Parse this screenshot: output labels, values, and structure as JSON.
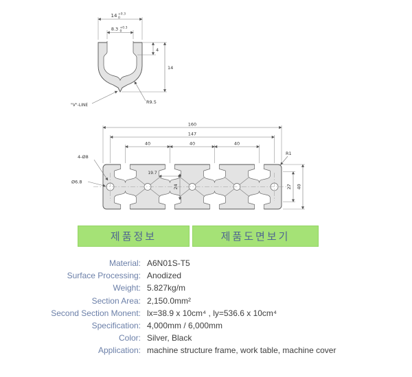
{
  "drawing": {
    "detail": {
      "dim_width": "14",
      "dim_width_tol_plus": "+0.3",
      "dim_width_tol_minus": "0",
      "dim_opening": "8.3",
      "dim_opening_tol_plus": "+0.3",
      "dim_opening_tol_minus": "0",
      "dim_depth": "4",
      "dim_height": "14",
      "radius_callout": "R9.5",
      "vline_label": "\"V\"-LINE"
    },
    "section": {
      "dim_overall_width": "160",
      "dim_hole_span": "147",
      "dim_pitch_1": "40",
      "dim_pitch_2": "40",
      "dim_pitch_3": "40",
      "callout_corner_holes": "4-Ø8",
      "callout_end_hole": "Ø6.8",
      "dim_slot_width": "19.7",
      "dim_inner_height": "24",
      "dim_right_inner": "27",
      "dim_overall_height": "40",
      "radius_callout": "R1"
    }
  },
  "tabs": {
    "product_info": "제품정보",
    "view_drawing": "제품도면보기"
  },
  "specs": {
    "rows": [
      {
        "label": "Material:",
        "value": "A6N01S-T5"
      },
      {
        "label": "Surface Processing:",
        "value": "Anodized"
      },
      {
        "label": "Weight:",
        "value": "5.827kg/m"
      },
      {
        "label": "Section Area:",
        "value": "2,150.0mm²"
      },
      {
        "label": "Second Section Monent:",
        "value": "lx=38.9 x 10cm⁴ , ly=536.6 x 10cm⁴"
      },
      {
        "label": "Specification:",
        "value": "4,000mm / 6,000mm"
      },
      {
        "label": "Color:",
        "value": "Silver, Black"
      },
      {
        "label": "Application:",
        "value": "machine structure frame, work table, machine cover"
      }
    ]
  },
  "colors": {
    "tab_bg": "#a5e276",
    "label_text": "#6b7fa8",
    "value_text": "#3d3d3d"
  }
}
